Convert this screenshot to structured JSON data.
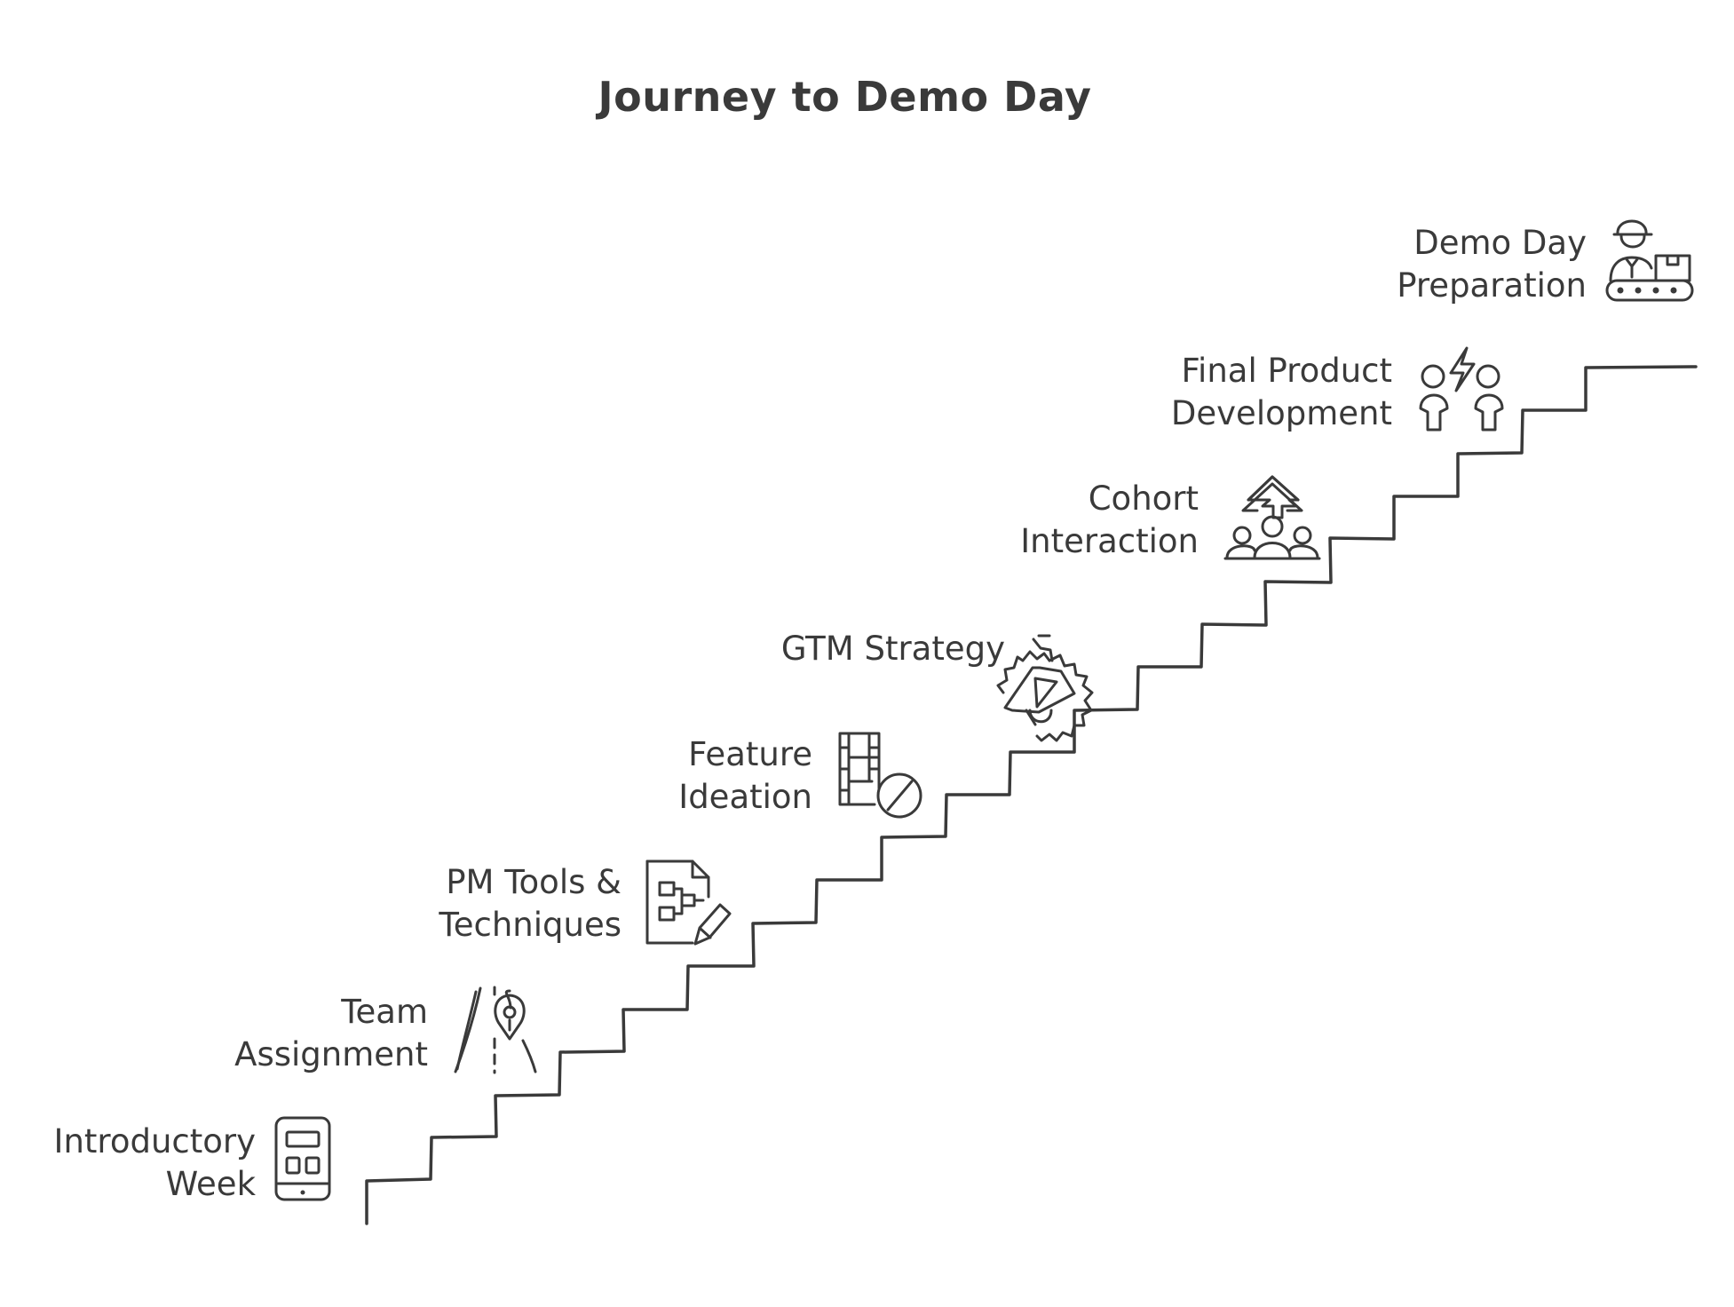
{
  "title": "Journey to Demo Day",
  "steps": [
    {
      "line1": "Introductory",
      "line2": "Week",
      "icon": "tablet-dashboard-icon"
    },
    {
      "line1": "Team",
      "line2": "Assignment",
      "icon": "road-map-pin-icon"
    },
    {
      "line1": "PM Tools &",
      "line2": "Techniques",
      "icon": "document-flowchart-pencil-icon"
    },
    {
      "line1": "Feature",
      "line2": "Ideation",
      "icon": "film-prohibited-icon"
    },
    {
      "line1": "GTM Strategy",
      "line2": "",
      "icon": "megaphone-badge-icon"
    },
    {
      "line1": "Cohort",
      "line2": "Interaction",
      "icon": "group-arrow-up-icon"
    },
    {
      "line1": "Final Product",
      "line2": "Development",
      "icon": "two-people-lightning-icon"
    },
    {
      "line1": "Demo Day",
      "line2": "Preparation",
      "icon": "worker-conveyor-icon"
    }
  ],
  "colors": {
    "ink": "#3a3a3a",
    "background": "#ffffff"
  }
}
